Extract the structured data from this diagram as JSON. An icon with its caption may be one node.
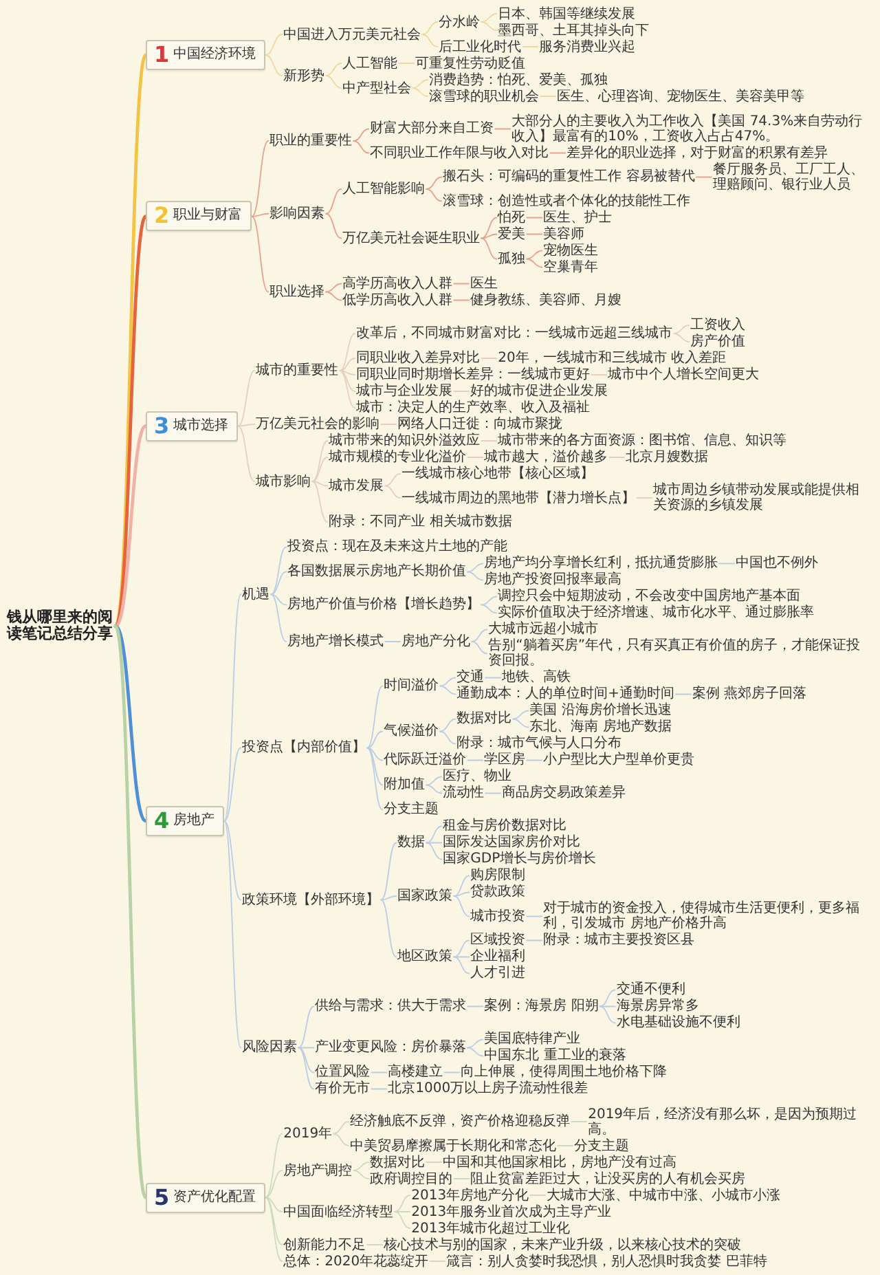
{
  "diagram": {
    "nodes": [
      {
        "text": [
          "钱从哪里来的阅读笔记总结分享"
        ]
      },
      {
        "text": [
          "1",
          "中国经济环境"
        ]
      },
      {
        "text": [
          "中国进入万元美元社会"
        ]
      },
      {
        "text": [
          "分水岭"
        ]
      },
      {
        "text": [
          "日本、韩国等继续发展"
        ]
      },
      {
        "text": [
          "墨西哥、土耳其掉头向下"
        ]
      },
      {
        "text": [
          "后工业化时代"
        ]
      },
      {
        "text": [
          "服务消费业兴起"
        ]
      },
      {
        "text": [
          "新形势"
        ]
      },
      {
        "text": [
          "人工智能"
        ]
      },
      {
        "text": [
          "可重复性劳动贬值"
        ]
      },
      {
        "text": [
          "中产型社会"
        ]
      },
      {
        "text": [
          "消费趋势：怕死、爱美、孤独"
        ]
      },
      {
        "text": [
          "滚雪球的职业机会"
        ]
      },
      {
        "text": [
          "医生、心理咨询、宠物医生、美容美甲等"
        ]
      },
      {
        "text": [
          "2",
          "职业与财富"
        ]
      },
      {
        "text": [
          "职业的重要性"
        ]
      },
      {
        "text": [
          "财富大部分来自工资"
        ]
      },
      {
        "text": [
          "大部分人的主要收入为工作收入【美国 74.3%来自劳动行收入】最富有的10%，工资收入占占47%。"
        ]
      },
      {
        "text": [
          "不同职业工作年限与收入对比"
        ]
      },
      {
        "text": [
          "差异化的职业选择，对于财富的积累有差异"
        ]
      },
      {
        "text": [
          "影响因素"
        ]
      },
      {
        "text": [
          "人工智能影响"
        ]
      },
      {
        "text": [
          "搬石头：可编码的重复性工作 容易被替代"
        ]
      },
      {
        "text": [
          "餐厅服务员、工厂工人、理赔顾问、银行业人员"
        ]
      },
      {
        "text": [
          "滚雪球：创造性或者个体化的技能性工作"
        ]
      },
      {
        "text": [
          "万亿美元社会诞生职业"
        ]
      },
      {
        "text": [
          "怕死"
        ]
      },
      {
        "text": [
          "医生、护士"
        ]
      },
      {
        "text": [
          "爱美"
        ]
      },
      {
        "text": [
          "美容师"
        ]
      },
      {
        "text": [
          "孤独"
        ]
      },
      {
        "text": [
          "宠物医生"
        ]
      },
      {
        "text": [
          "空巢青年"
        ]
      },
      {
        "text": [
          "职业选择"
        ]
      },
      {
        "text": [
          "高学历高收入人群"
        ]
      },
      {
        "text": [
          "医生"
        ]
      },
      {
        "text": [
          "低学历高收入人群"
        ]
      },
      {
        "text": [
          "健身教练、美容师、月嫂"
        ]
      },
      {
        "text": [
          "3",
          "城市选择"
        ]
      },
      {
        "text": [
          "城市的重要性"
        ]
      },
      {
        "text": [
          "改革后，不同城市财富对比：一线城市远超三线城市"
        ]
      },
      {
        "text": [
          "工资收入"
        ]
      },
      {
        "text": [
          "房产价值"
        ]
      },
      {
        "text": [
          "同职业收入差异对比"
        ]
      },
      {
        "text": [
          "20年，一线城市和三线城市 收入差距"
        ]
      },
      {
        "text": [
          "同职业同时期增长差异：一线城市更好"
        ]
      },
      {
        "text": [
          "城市中个人增长空间更大"
        ]
      },
      {
        "text": [
          "城市与企业发展"
        ]
      },
      {
        "text": [
          "好的城市促进企业发展"
        ]
      },
      {
        "text": [
          "城市：决定人的生产效率、收入及福祉"
        ]
      },
      {
        "text": [
          "万亿美元社会的影响"
        ]
      },
      {
        "text": [
          "网络人口迁徙：向城市聚拢"
        ]
      },
      {
        "text": [
          "城市影响"
        ]
      },
      {
        "text": [
          "城市带来的知识外溢效应"
        ]
      },
      {
        "text": [
          "城市带来的各方面资源：图书馆、信息、知识等"
        ]
      },
      {
        "text": [
          "城市规模的专业化溢价"
        ]
      },
      {
        "text": [
          "城市越大，溢价越多"
        ]
      },
      {
        "text": [
          "北京月嫂数据"
        ]
      },
      {
        "text": [
          "城市发展"
        ]
      },
      {
        "text": [
          "一线城市核心地带【核心区域】"
        ]
      },
      {
        "text": [
          "一线城市周边的黑地带【潜力增长点】"
        ]
      },
      {
        "text": [
          "城市周边乡镇带动发展或能提供相关资源的乡镇发展"
        ]
      },
      {
        "text": [
          "附录：不同产业 相关城市数据"
        ]
      },
      {
        "text": [
          "4",
          "房地产"
        ]
      },
      {
        "text": [
          "机遇"
        ]
      },
      {
        "text": [
          "投资点：现在及未来这片土地的产能"
        ]
      },
      {
        "text": [
          "各国数据展示房地产长期价值"
        ]
      },
      {
        "text": [
          "房地产均分享增长红利，抵抗通货膨胀"
        ]
      },
      {
        "text": [
          "中国也不例外"
        ]
      },
      {
        "text": [
          "房地产投资回报率最高"
        ]
      },
      {
        "text": [
          "房地产价值与价格【增长趋势】"
        ]
      },
      {
        "text": [
          "调控只会中短期波动，不会改变中国房地产基本面"
        ]
      },
      {
        "text": [
          "实际价值取决于经济增速、城市化水平、通过膨胀率"
        ]
      },
      {
        "text": [
          "房地产增长模式"
        ]
      },
      {
        "text": [
          "房地产分化"
        ]
      },
      {
        "text": [
          "大城市远超小城市"
        ]
      },
      {
        "text": [
          "告别“躺着买房”年代，只有买真正有价值的房子，才能保证投资回报。"
        ]
      },
      {
        "text": [
          "投资点【内部价值】"
        ]
      },
      {
        "text": [
          "时间溢价"
        ]
      },
      {
        "text": [
          "交通"
        ]
      },
      {
        "text": [
          "地铁、高铁"
        ]
      },
      {
        "text": [
          "通勤成本：人的单位时间+通勤时间"
        ]
      },
      {
        "text": [
          "案例 燕郊房子回落"
        ]
      },
      {
        "text": [
          "气候溢价"
        ]
      },
      {
        "text": [
          "数据对比"
        ]
      },
      {
        "text": [
          "美国 沿海房价增长迅速"
        ]
      },
      {
        "text": [
          "东北、海南 房地产数据"
        ]
      },
      {
        "text": [
          "附录：城市气候与人口分布"
        ]
      },
      {
        "text": [
          "代际跃迁溢价"
        ]
      },
      {
        "text": [
          "学区房"
        ]
      },
      {
        "text": [
          "小户型比大户型单价更贵"
        ]
      },
      {
        "text": [
          "附加值"
        ]
      },
      {
        "text": [
          "医疗、物业"
        ]
      },
      {
        "text": [
          "流动性"
        ]
      },
      {
        "text": [
          "商品房交易政策差异"
        ]
      },
      {
        "text": [
          "分支主题"
        ]
      },
      {
        "text": [
          "政策环境【外部环境】"
        ]
      },
      {
        "text": [
          "数据"
        ]
      },
      {
        "text": [
          "租金与房价数据对比"
        ]
      },
      {
        "text": [
          "国际发达国家房价对比"
        ]
      },
      {
        "text": [
          "国家GDP增长与房价增长"
        ]
      },
      {
        "text": [
          "国家政策"
        ]
      },
      {
        "text": [
          "购房限制"
        ]
      },
      {
        "text": [
          "贷款政策"
        ]
      },
      {
        "text": [
          "城市投资"
        ]
      },
      {
        "text": [
          "对于城市的资金投入，使得城市生活更便利，更多福利，引发城市 房地产价格升高"
        ]
      },
      {
        "text": [
          "地区政策"
        ]
      },
      {
        "text": [
          "区域投资"
        ]
      },
      {
        "text": [
          "附录：城市主要投资区县"
        ]
      },
      {
        "text": [
          "企业福利"
        ]
      },
      {
        "text": [
          "人才引进"
        ]
      },
      {
        "text": [
          "风险因素"
        ]
      },
      {
        "text": [
          "供给与需求：供大于需求"
        ]
      },
      {
        "text": [
          "案例：海景房 阳朔"
        ]
      },
      {
        "text": [
          "交通不便利"
        ]
      },
      {
        "text": [
          "海景房异常多"
        ]
      },
      {
        "text": [
          "水电基础设施不便利"
        ]
      },
      {
        "text": [
          "产业变更风险：房价暴落"
        ]
      },
      {
        "text": [
          "美国底特律产业"
        ]
      },
      {
        "text": [
          "中国东北 重工业的衰落"
        ]
      },
      {
        "text": [
          "位置风险"
        ]
      },
      {
        "text": [
          "高楼建立"
        ]
      },
      {
        "text": [
          "向上伸展，使得周围土地价格下降"
        ]
      },
      {
        "text": [
          "有价无市"
        ]
      },
      {
        "text": [
          "北京1000万以上房子流动性很差"
        ]
      },
      {
        "text": [
          "5",
          "资产优化配置"
        ]
      },
      {
        "text": [
          "2019年"
        ]
      },
      {
        "text": [
          "经济触底不反弹，资产价格迎稳反弹"
        ]
      },
      {
        "text": [
          "2019年后，经济没有那么坏，是因为预期过高。"
        ]
      },
      {
        "text": [
          "中美贸易摩擦属于长期化和常态化"
        ]
      },
      {
        "text": [
          "分支主题"
        ]
      },
      {
        "text": [
          "房地产调控"
        ]
      },
      {
        "text": [
          "数据对比"
        ]
      },
      {
        "text": [
          "中国和其他国家相比，房地产没有过高"
        ]
      },
      {
        "text": [
          "政府调控目的"
        ]
      },
      {
        "text": [
          "阻止贫富差距过大，让没买房的人有机会买房"
        ]
      },
      {
        "text": [
          "中国面临经济转型"
        ]
      },
      {
        "text": [
          "2013年房地产分化"
        ]
      },
      {
        "text": [
          "大城市大涨、中城市中涨、小城市小涨"
        ]
      },
      {
        "text": [
          "2013年服务业首次成为主导产业"
        ]
      },
      {
        "text": [
          "2013年城市化超过工业化"
        ]
      },
      {
        "text": [
          "创新能力不足"
        ]
      },
      {
        "text": [
          "核心技术与别的国家，未来产业升级，以来核心技术的突破"
        ]
      },
      {
        "text": [
          "总体：2020年花蕊绽开"
        ]
      },
      {
        "text": [
          "箴言：别人贪婪时我恐惧，别人恐惧时我贪婪 巴菲特"
        ]
      }
    ],
    "edges": [
      {
        "from": 0,
        "to": 1,
        "arrow": "none",
        "style": "thick",
        "color": "#f3c345"
      },
      {
        "from": 1,
        "to": 2,
        "arrow": "none",
        "color": "#f0d9a0"
      },
      {
        "from": 2,
        "to": 3,
        "arrow": "none",
        "color": "#f0d9a0"
      },
      {
        "from": 3,
        "to": 4,
        "arrow": "none",
        "color": "#f0d9a0"
      },
      {
        "from": 3,
        "to": 5,
        "arrow": "none",
        "color": "#f0d9a0"
      },
      {
        "from": 2,
        "to": 6,
        "arrow": "none",
        "color": "#f0d9a0"
      },
      {
        "from": 6,
        "to": 7,
        "arrow": "none",
        "color": "#f0d9a0"
      },
      {
        "from": 1,
        "to": 8,
        "arrow": "none",
        "color": "#f0d9a0"
      },
      {
        "from": 8,
        "to": 9,
        "arrow": "none",
        "color": "#f0d9a0"
      },
      {
        "from": 9,
        "to": 10,
        "arrow": "none",
        "color": "#f0d9a0"
      },
      {
        "from": 8,
        "to": 11,
        "arrow": "none",
        "color": "#f0d9a0"
      },
      {
        "from": 11,
        "to": 12,
        "arrow": "none",
        "color": "#f0d9a0"
      },
      {
        "from": 11,
        "to": 13,
        "arrow": "none",
        "color": "#f0d9a0"
      },
      {
        "from": 13,
        "to": 14,
        "arrow": "none",
        "color": "#f0d9a0"
      },
      {
        "from": 0,
        "to": 15,
        "arrow": "none",
        "style": "thick",
        "color": "#e4643f"
      },
      {
        "from": 15,
        "to": 16,
        "arrow": "none",
        "color": "#e8a18e"
      },
      {
        "from": 16,
        "to": 17,
        "arrow": "none",
        "color": "#e8a18e"
      },
      {
        "from": 17,
        "to": 18,
        "arrow": "none",
        "color": "#e8a18e"
      },
      {
        "from": 16,
        "to": 19,
        "arrow": "none",
        "color": "#e8a18e"
      },
      {
        "from": 19,
        "to": 20,
        "arrow": "none",
        "color": "#e8a18e"
      },
      {
        "from": 15,
        "to": 21,
        "arrow": "none",
        "color": "#e8a18e"
      },
      {
        "from": 21,
        "to": 22,
        "arrow": "none",
        "color": "#e8a18e"
      },
      {
        "from": 22,
        "to": 23,
        "arrow": "none",
        "color": "#e8a18e"
      },
      {
        "from": 23,
        "to": 24,
        "arrow": "none",
        "color": "#e8a18e"
      },
      {
        "from": 22,
        "to": 25,
        "arrow": "none",
        "color": "#e8a18e"
      },
      {
        "from": 21,
        "to": 26,
        "arrow": "none",
        "color": "#e8a18e"
      },
      {
        "from": 26,
        "to": 27,
        "arrow": "none",
        "color": "#e8a18e"
      },
      {
        "from": 27,
        "to": 28,
        "arrow": "none",
        "color": "#e8a18e"
      },
      {
        "from": 26,
        "to": 29,
        "arrow": "none",
        "color": "#e8a18e"
      },
      {
        "from": 29,
        "to": 30,
        "arrow": "none",
        "color": "#e8a18e"
      },
      {
        "from": 26,
        "to": 31,
        "arrow": "none",
        "color": "#e8a18e"
      },
      {
        "from": 31,
        "to": 32,
        "arrow": "none",
        "color": "#e8a18e"
      },
      {
        "from": 31,
        "to": 33,
        "arrow": "none",
        "color": "#e8a18e"
      },
      {
        "from": 15,
        "to": 34,
        "arrow": "none",
        "color": "#e8a18e"
      },
      {
        "from": 34,
        "to": 35,
        "arrow": "none",
        "color": "#e8a18e"
      },
      {
        "from": 35,
        "to": 36,
        "arrow": "none",
        "color": "#e8a18e"
      },
      {
        "from": 34,
        "to": 37,
        "arrow": "none",
        "color": "#e8a18e"
      },
      {
        "from": 37,
        "to": 38,
        "arrow": "none",
        "color": "#e8a18e"
      },
      {
        "from": 0,
        "to": 39,
        "arrow": "none",
        "style": "thick",
        "color": "#f0b1a6"
      },
      {
        "from": 39,
        "to": 40,
        "arrow": "none",
        "color": "#e6cfc0"
      },
      {
        "from": 40,
        "to": 41,
        "arrow": "none",
        "color": "#e6cfc0"
      },
      {
        "from": 41,
        "to": 42,
        "arrow": "none",
        "color": "#e6cfc0"
      },
      {
        "from": 41,
        "to": 43,
        "arrow": "none",
        "color": "#e6cfc0"
      },
      {
        "from": 40,
        "to": 44,
        "arrow": "none",
        "color": "#e6cfc0"
      },
      {
        "from": 44,
        "to": 45,
        "arrow": "none",
        "color": "#e6cfc0"
      },
      {
        "from": 40,
        "to": 46,
        "arrow": "none",
        "color": "#e6cfc0"
      },
      {
        "from": 46,
        "to": 47,
        "arrow": "none",
        "color": "#e6cfc0"
      },
      {
        "from": 40,
        "to": 48,
        "arrow": "none",
        "color": "#e6cfc0"
      },
      {
        "from": 48,
        "to": 49,
        "arrow": "none",
        "color": "#e6cfc0"
      },
      {
        "from": 40,
        "to": 50,
        "arrow": "none",
        "color": "#e6cfc0"
      },
      {
        "from": 39,
        "to": 51,
        "arrow": "none",
        "color": "#e6cfc0"
      },
      {
        "from": 51,
        "to": 52,
        "arrow": "none",
        "color": "#e6cfc0"
      },
      {
        "from": 39,
        "to": 53,
        "arrow": "none",
        "color": "#e6cfc0"
      },
      {
        "from": 53,
        "to": 54,
        "arrow": "none",
        "color": "#e6cfc0"
      },
      {
        "from": 54,
        "to": 55,
        "arrow": "none",
        "color": "#e6cfc0"
      },
      {
        "from": 53,
        "to": 56,
        "arrow": "none",
        "color": "#e6cfc0"
      },
      {
        "from": 56,
        "to": 57,
        "arrow": "none",
        "color": "#e6cfc0"
      },
      {
        "from": 57,
        "to": 58,
        "arrow": "none",
        "color": "#e6cfc0"
      },
      {
        "from": 53,
        "to": 59,
        "arrow": "none",
        "color": "#e6cfc0"
      },
      {
        "from": 59,
        "to": 60,
        "arrow": "none",
        "color": "#e6cfc0"
      },
      {
        "from": 59,
        "to": 61,
        "arrow": "none",
        "color": "#e6cfc0"
      },
      {
        "from": 61,
        "to": 62,
        "arrow": "none",
        "color": "#e6cfc0"
      },
      {
        "from": 53,
        "to": 63,
        "arrow": "none",
        "color": "#e6cfc0"
      },
      {
        "from": 0,
        "to": 64,
        "arrow": "none",
        "style": "thick",
        "color": "#4f8fd6"
      },
      {
        "from": 64,
        "to": 65,
        "arrow": "none"
      },
      {
        "from": 65,
        "to": 66,
        "arrow": "none"
      },
      {
        "from": 65,
        "to": 67,
        "arrow": "none"
      },
      {
        "from": 67,
        "to": 68,
        "arrow": "none"
      },
      {
        "from": 68,
        "to": 69,
        "arrow": "none"
      },
      {
        "from": 67,
        "to": 70,
        "arrow": "none"
      },
      {
        "from": 65,
        "to": 71,
        "arrow": "none"
      },
      {
        "from": 71,
        "to": 72,
        "arrow": "none"
      },
      {
        "from": 71,
        "to": 73,
        "arrow": "none"
      },
      {
        "from": 65,
        "to": 74,
        "arrow": "none"
      },
      {
        "from": 74,
        "to": 75,
        "arrow": "none"
      },
      {
        "from": 75,
        "to": 76,
        "arrow": "none"
      },
      {
        "from": 75,
        "to": 77,
        "arrow": "none"
      },
      {
        "from": 64,
        "to": 78,
        "arrow": "none"
      },
      {
        "from": 78,
        "to": 79,
        "arrow": "none"
      },
      {
        "from": 79,
        "to": 80,
        "arrow": "none"
      },
      {
        "from": 80,
        "to": 81,
        "arrow": "none"
      },
      {
        "from": 79,
        "to": 82,
        "arrow": "none"
      },
      {
        "from": 82,
        "to": 83,
        "arrow": "none"
      },
      {
        "from": 78,
        "to": 84,
        "arrow": "none"
      },
      {
        "from": 84,
        "to": 85,
        "arrow": "none"
      },
      {
        "from": 85,
        "to": 86,
        "arrow": "none"
      },
      {
        "from": 85,
        "to": 87,
        "arrow": "none"
      },
      {
        "from": 84,
        "to": 88,
        "arrow": "none"
      },
      {
        "from": 78,
        "to": 89,
        "arrow": "none"
      },
      {
        "from": 89,
        "to": 90,
        "arrow": "none"
      },
      {
        "from": 90,
        "to": 91,
        "arrow": "none"
      },
      {
        "from": 78,
        "to": 92,
        "arrow": "none"
      },
      {
        "from": 92,
        "to": 93,
        "arrow": "none"
      },
      {
        "from": 92,
        "to": 94,
        "arrow": "none"
      },
      {
        "from": 94,
        "to": 95,
        "arrow": "none"
      },
      {
        "from": 78,
        "to": 96,
        "arrow": "none"
      },
      {
        "from": 64,
        "to": 97,
        "arrow": "none"
      },
      {
        "from": 97,
        "to": 98,
        "arrow": "none"
      },
      {
        "from": 98,
        "to": 99,
        "arrow": "none"
      },
      {
        "from": 98,
        "to": 100,
        "arrow": "none"
      },
      {
        "from": 98,
        "to": 101,
        "arrow": "none"
      },
      {
        "from": 97,
        "to": 102,
        "arrow": "none"
      },
      {
        "from": 102,
        "to": 103,
        "arrow": "none"
      },
      {
        "from": 102,
        "to": 104,
        "arrow": "none"
      },
      {
        "from": 102,
        "to": 105,
        "arrow": "none"
      },
      {
        "from": 105,
        "to": 106,
        "arrow": "none"
      },
      {
        "from": 97,
        "to": 107,
        "arrow": "none"
      },
      {
        "from": 107,
        "to": 108,
        "arrow": "none"
      },
      {
        "from": 108,
        "to": 109,
        "arrow": "none"
      },
      {
        "from": 107,
        "to": 110,
        "arrow": "none"
      },
      {
        "from": 107,
        "to": 111,
        "arrow": "none"
      },
      {
        "from": 64,
        "to": 112,
        "arrow": "none"
      },
      {
        "from": 112,
        "to": 113,
        "arrow": "none"
      },
      {
        "from": 113,
        "to": 114,
        "arrow": "none"
      },
      {
        "from": 114,
        "to": 115,
        "arrow": "none"
      },
      {
        "from": 114,
        "to": 116,
        "arrow": "none"
      },
      {
        "from": 114,
        "to": 117,
        "arrow": "none"
      },
      {
        "from": 112,
        "to": 118,
        "arrow": "none"
      },
      {
        "from": 118,
        "to": 119,
        "arrow": "none"
      },
      {
        "from": 118,
        "to": 120,
        "arrow": "none"
      },
      {
        "from": 112,
        "to": 121,
        "arrow": "none"
      },
      {
        "from": 121,
        "to": 122,
        "arrow": "none"
      },
      {
        "from": 122,
        "to": 123,
        "arrow": "none"
      },
      {
        "from": 112,
        "to": 124,
        "arrow": "none"
      },
      {
        "from": 124,
        "to": 125,
        "arrow": "none"
      },
      {
        "from": 0,
        "to": 126,
        "arrow": "none",
        "style": "thick",
        "color": "#b8d2a6"
      },
      {
        "from": 126,
        "to": 127,
        "arrow": "none",
        "color": "#cddcbf"
      },
      {
        "from": 127,
        "to": 128,
        "arrow": "none",
        "color": "#cddcbf"
      },
      {
        "from": 128,
        "to": 129,
        "arrow": "none",
        "color": "#cddcbf"
      },
      {
        "from": 127,
        "to": 130,
        "arrow": "none",
        "color": "#cddcbf"
      },
      {
        "from": 130,
        "to": 131,
        "arrow": "none",
        "color": "#cddcbf"
      },
      {
        "from": 126,
        "to": 132,
        "arrow": "none",
        "color": "#cddcbf"
      },
      {
        "from": 132,
        "to": 133,
        "arrow": "none",
        "color": "#cddcbf"
      },
      {
        "from": 133,
        "to": 134,
        "arrow": "none",
        "color": "#cddcbf"
      },
      {
        "from": 132,
        "to": 135,
        "arrow": "none",
        "color": "#cddcbf"
      },
      {
        "from": 135,
        "to": 136,
        "arrow": "none",
        "color": "#cddcbf"
      },
      {
        "from": 126,
        "to": 137,
        "arrow": "none",
        "color": "#cddcbf"
      },
      {
        "from": 137,
        "to": 138,
        "arrow": "none",
        "color": "#cddcbf"
      },
      {
        "from": 138,
        "to": 139,
        "arrow": "none",
        "color": "#cddcbf"
      },
      {
        "from": 137,
        "to": 140,
        "arrow": "none",
        "color": "#cddcbf"
      },
      {
        "from": 137,
        "to": 141,
        "arrow": "none",
        "color": "#cddcbf"
      },
      {
        "from": 126,
        "to": 142,
        "arrow": "none",
        "color": "#cddcbf"
      },
      {
        "from": 142,
        "to": 143,
        "arrow": "none",
        "color": "#cddcbf"
      },
      {
        "from": 126,
        "to": 144,
        "arrow": "none",
        "color": "#cddcbf"
      },
      {
        "from": 144,
        "to": 145,
        "arrow": "none",
        "color": "#cddcbf"
      }
    ]
  }
}
